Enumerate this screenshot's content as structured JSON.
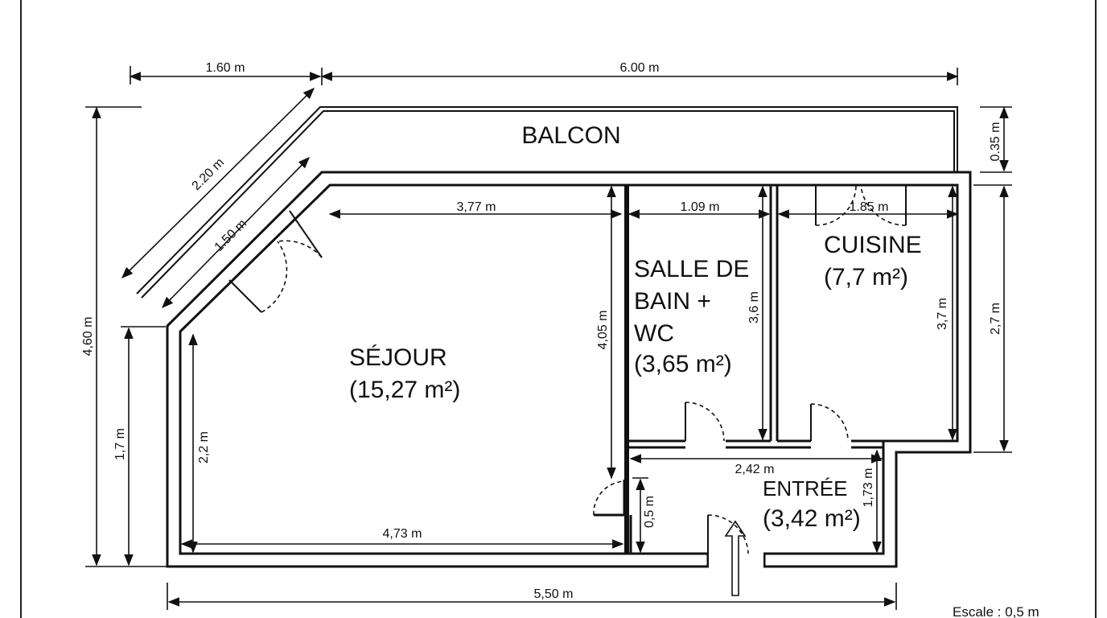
{
  "rooms": {
    "balcon": "BALCON",
    "sejour": "SÉJOUR",
    "sejour_area": "(15,27 m²)",
    "sdb_line1": "SALLE DE",
    "sdb_line2": "BAIN +",
    "sdb_line3": "WC",
    "sdb_area": "(3,65 m²)",
    "cuisine": "CUISINE",
    "cuisine_area": "(7,7 m²)",
    "entree": "ENTRÉE",
    "entree_area": "(3,42 m²)"
  },
  "dimensions": {
    "top_left": "1.60 m",
    "top_main": "6.00 m",
    "balcon_depth": "0.35 m",
    "diag_outer": "2.20 m",
    "diag_inner": "1.50 m",
    "sejour_width": "3,77 m",
    "sdb_width": "1.09 m",
    "cuisine_width": "1.85 m",
    "left_total": "4,60 m",
    "left_lower": "1,7 m",
    "sejour_left": "2,2 m",
    "sejour_right": "4,05 m",
    "sdb_height": "3,6 m",
    "cuisine_height": "3,7 m",
    "right_total": "2,7 m",
    "entree_width": "2,42 m",
    "entree_height": "1,73 m",
    "door_gap": "0,5 m",
    "sejour_bottom": "4,73 m",
    "bottom_total": "5,50 m"
  },
  "footer": {
    "scale": "Escale : 0,5 m"
  }
}
